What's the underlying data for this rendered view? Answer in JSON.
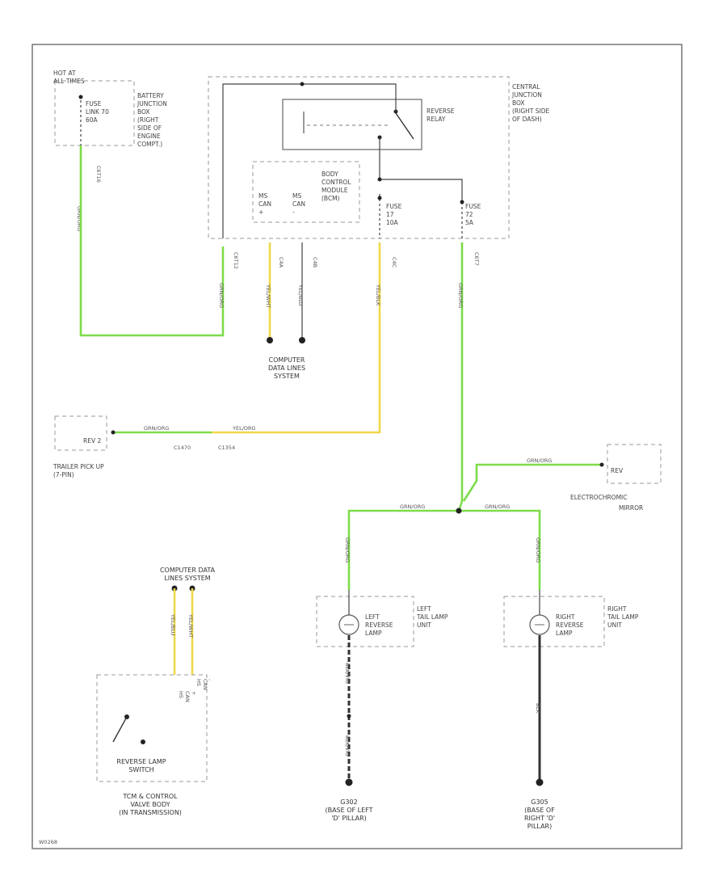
{
  "battery_box": {
    "hot_at": "HOT AT",
    "all_times": "ALL TIMES",
    "fuse": [
      "FUSE",
      "LINK 70",
      "60A"
    ],
    "description": [
      "BATTERY",
      "JUNCTION",
      "BOX",
      "(RIGHT",
      "SIDE OF",
      "ENGINE",
      "COMPT.)"
    ],
    "circuit": "C6T16",
    "wire_color": "GRN/ORG"
  },
  "central_junction": {
    "description": [
      "CENTRAL",
      "JUNCTION",
      "BOX",
      "(RIGHT SIDE",
      "OF DASH)"
    ],
    "relay_label": [
      "REVERSE",
      "RELAY"
    ],
    "bcm_label": [
      "BODY",
      "CONTROL",
      "MODULE",
      "(BCM)"
    ],
    "ms_can_plus": [
      "MS",
      "CAN",
      "+"
    ],
    "ms_can_minus": [
      "MS",
      "CAN",
      "-"
    ],
    "fuse_left": [
      "FUSE",
      "17",
      "10A"
    ],
    "fuse_right": [
      "FUSE",
      "72",
      "5A"
    ]
  },
  "wires": {
    "c6t_left": "C6T12",
    "c_ms1": "C4A",
    "c_ms2": "C4B",
    "c_fuse17": "C4C",
    "c_fuse72": "C6T7",
    "col_green": "GRN/ORG",
    "col_yel": "YEL/WHT",
    "col_yel2": "YEL/BLU",
    "col_yel3": "YEL/BLK"
  },
  "computer_data_lines": [
    "COMPUTER",
    "DATA LINES",
    "SYSTEM"
  ],
  "trailer": {
    "pin": "REV 2",
    "label": [
      "TRAILER PICK UP",
      "(7-PIN)"
    ],
    "conn1": "C1470",
    "conn2": "C1354",
    "wire_a": "GRN/ORG",
    "wire_b": "YEL/ORG"
  },
  "mirror": {
    "pin": "REV",
    "label": [
      "ELECTROCHROMIC",
      "MIRROR"
    ],
    "wire": "GRN/ORG"
  },
  "splice_wires": {
    "left": "GRN/ORG",
    "right": "GRN/ORG",
    "down_left": "GRN/ORG",
    "down_right": "GRN/ORG"
  },
  "left_lamp": {
    "inside": [
      "LEFT",
      "REVERSE",
      "LAMP"
    ],
    "outside": [
      "LEFT",
      "TAIL LAMP",
      "UNIT"
    ],
    "wire_below": "BLK/VIO",
    "wire_below2": "BLK/VIO",
    "ground": "G302",
    "ground_desc": [
      "(BASE OF LEFT",
      "'D' PILLAR)"
    ]
  },
  "right_lamp": {
    "inside": [
      "RIGHT",
      "REVERSE",
      "LAMP"
    ],
    "outside": [
      "RIGHT",
      "TAIL LAMP",
      "UNIT"
    ],
    "wire_below": "BLK",
    "ground": "G305",
    "ground_desc": [
      "(BASE OF",
      "RIGHT 'D'",
      "PILLAR)"
    ]
  },
  "tcm": {
    "top_label": [
      "COMPUTER DATA",
      "LINES SYSTEM"
    ],
    "wire1": "YEL/BLU",
    "wire2": "YEL/WHT",
    "pin1": [
      "HS",
      "CAN",
      "+"
    ],
    "pin2": [
      "HS",
      "CAN",
      "-"
    ],
    "switch_label": [
      "REVERSE LAMP",
      "SWITCH"
    ],
    "bottom_label": [
      "TCM & CONTROL",
      "VALVE BODY",
      "(IN TRANSMISSION)"
    ]
  },
  "footer_code": "W0268"
}
